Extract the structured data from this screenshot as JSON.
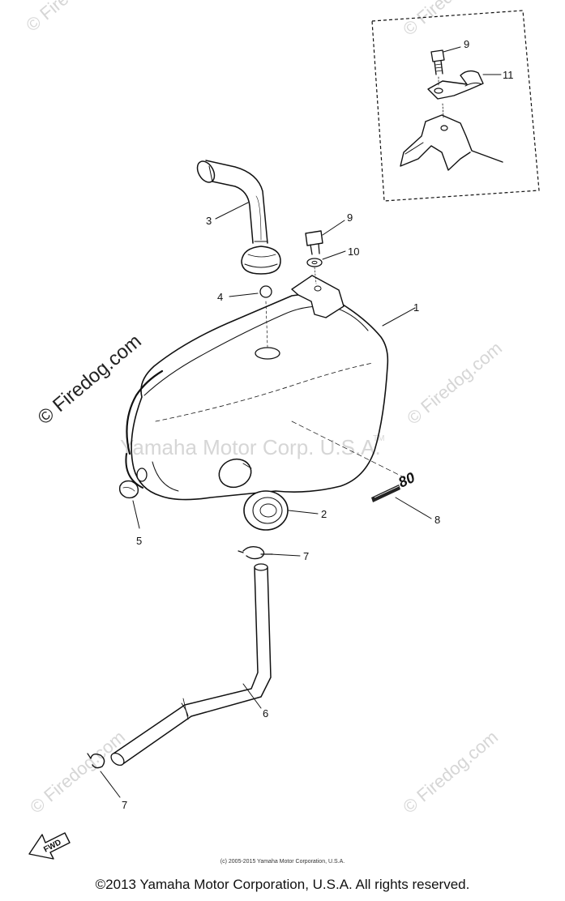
{
  "diagram": {
    "callouts": [
      {
        "id": "1",
        "text": "1"
      },
      {
        "id": "2",
        "text": "2"
      },
      {
        "id": "3",
        "text": "3"
      },
      {
        "id": "4",
        "text": "4"
      },
      {
        "id": "5",
        "text": "5"
      },
      {
        "id": "6",
        "text": "6"
      },
      {
        "id": "7a",
        "text": "7"
      },
      {
        "id": "7b",
        "text": "7"
      },
      {
        "id": "8",
        "text": "8"
      },
      {
        "id": "9a",
        "text": "9"
      },
      {
        "id": "9b",
        "text": "9"
      },
      {
        "id": "10",
        "text": "10"
      },
      {
        "id": "11",
        "text": "11"
      }
    ],
    "fwd_label": "FWD",
    "emblem_text": "80"
  },
  "watermarks": {
    "firedog": "© Firedog.com",
    "yamaha": "Yamaha Motor Corp. U.S.A.",
    "tm": "TM"
  },
  "footer": {
    "small_copyright": "(c) 2005-2015 Yamaha Motor Corporation, U.S.A.",
    "copyright": "©2013 Yamaha Motor Corporation, U.S.A. All rights reserved."
  }
}
